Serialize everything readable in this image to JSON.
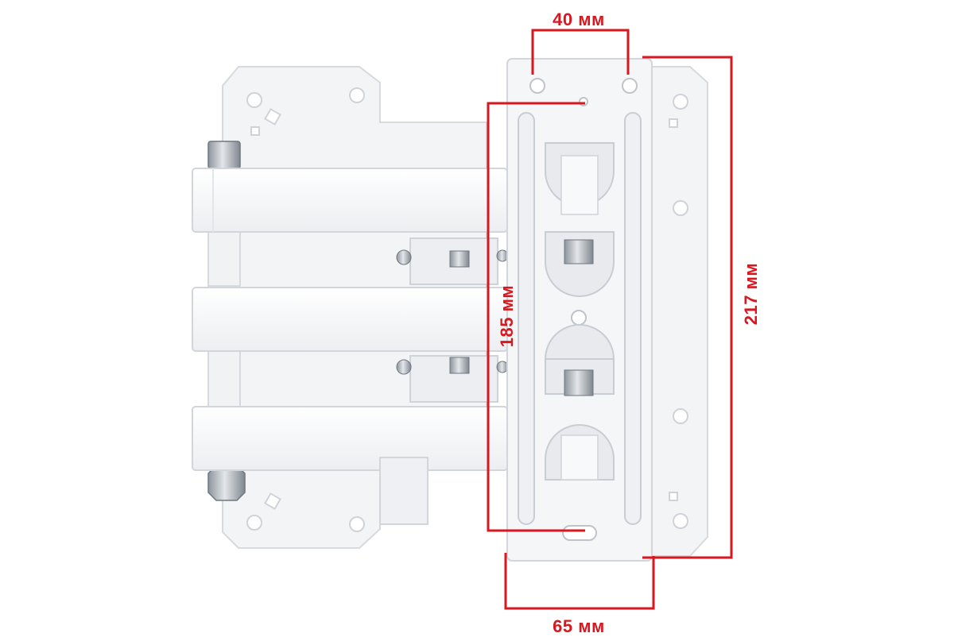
{
  "dimensions": {
    "top_width": "40 мм",
    "bottom_width": "65 мм",
    "left_height": "185 мм",
    "right_height": "217 мм"
  },
  "colors": {
    "dimension_lines": "#d8171f",
    "mount_body": "#f3f4f6",
    "mount_outline": "#d6d9de",
    "bolt_metal": "#a9b0b8"
  }
}
